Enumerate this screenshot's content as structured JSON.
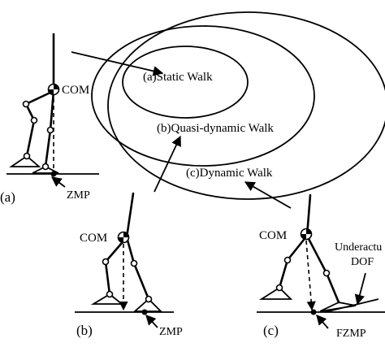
{
  "regions": {
    "static": "(a)Static Walk",
    "quasi": "(b)Quasi-dynamic Walk",
    "dynamic": "(c)Dynamic Walk"
  },
  "figure_a": {
    "com": "COM",
    "zmp": "ZMP",
    "tag": "(a)"
  },
  "figure_b": {
    "com": "COM",
    "zmp": "ZMP",
    "tag": "(b)"
  },
  "figure_c": {
    "com": "COM",
    "zmp": "FZMP",
    "tag": "(c)",
    "dof_line1": "Underactu",
    "dof_line2": "DOF"
  }
}
